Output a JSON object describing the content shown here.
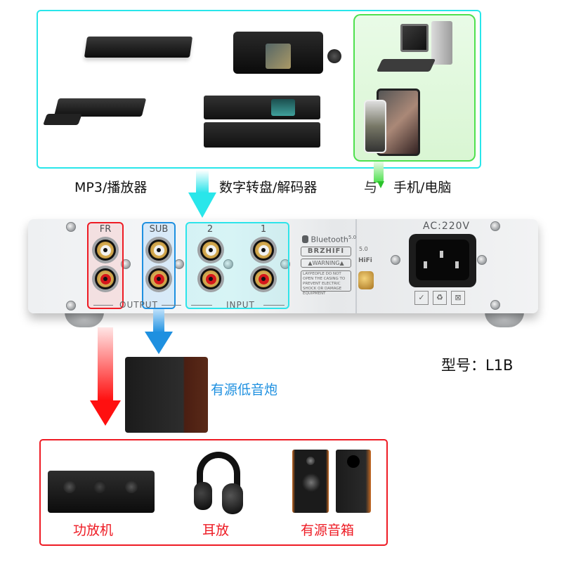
{
  "sources": {
    "groups": [
      {
        "id": "mp3-player",
        "label": "MP3/播放器",
        "devices": [
          "blu-ray-player",
          "dvd-player-open-tray"
        ]
      },
      {
        "id": "digital-transport-dac",
        "label": "数字转盘/解码器",
        "devices": [
          "network-streamer",
          "dac-front-and-rear"
        ]
      },
      {
        "id": "phone-pc",
        "label": "手机/电脑",
        "prefix_fragment": "与",
        "devices": [
          "desktop-computer",
          "tablet-and-phone"
        ]
      }
    ],
    "box_color": "#29e6ea",
    "pc_box_color": "#4ee04e"
  },
  "panel": {
    "outputs": [
      {
        "label": "FR",
        "color": "#ee1b24"
      },
      {
        "label": "SUB",
        "color": "#1e90e0"
      }
    ],
    "inputs": [
      {
        "label": "2"
      },
      {
        "label": "1"
      }
    ],
    "output_group_label": "OUTPUT",
    "input_group_label": "INPUT",
    "input_box_color": "#2de4ea",
    "bluetooth_label": "Bluetooth",
    "bluetooth_version": "5.0",
    "brand": "BRZHIFI",
    "brand_partial": "HiFi",
    "antenna_version": "5.0",
    "warning_label": "WARNING",
    "warning_text": "LAYPEOPLE DO NOT OPEN THE CASING TO PREVENT ELECTRIC SHOCK OR DAMAGE EQUIPMENT",
    "power_label": "AC:220V",
    "certifications": [
      "RoHS",
      "recycle",
      "weee-bin"
    ]
  },
  "model": {
    "label": "型号：L1B"
  },
  "subwoofer": {
    "label": "有源低音炮",
    "color": "#1e90e0"
  },
  "outputs": {
    "box_color": "#ee1b24",
    "devices": [
      {
        "id": "amplifier",
        "label": "功放机"
      },
      {
        "id": "headphone-amp",
        "label": "耳放"
      },
      {
        "id": "active-speakers",
        "label": "有源音箱"
      }
    ]
  }
}
